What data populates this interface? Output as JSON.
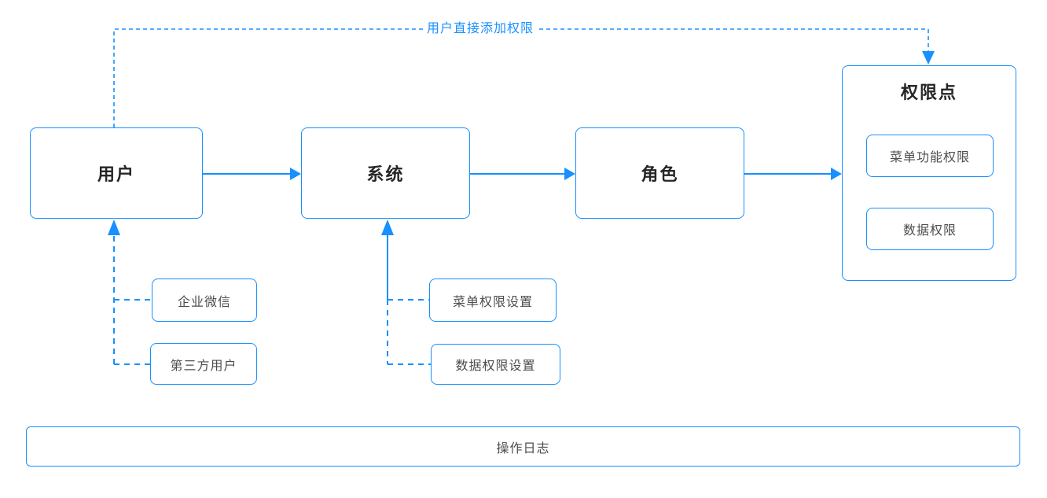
{
  "diagram": {
    "top_flow_label": "用户直接添加权限",
    "nodes": {
      "user": {
        "label": "用户"
      },
      "system": {
        "label": "系统"
      },
      "role": {
        "label": "角色"
      },
      "permission_point": {
        "title": "权限点",
        "children": [
          {
            "label": "菜单功能权限"
          },
          {
            "label": "数据权限"
          }
        ]
      },
      "wechat": {
        "label": "企业微信"
      },
      "third_party": {
        "label": "第三方用户"
      },
      "menu_setting": {
        "label": "菜单权限设置"
      },
      "data_setting": {
        "label": "数据权限设置"
      },
      "operation_log": {
        "label": "操作日志"
      }
    },
    "edges": [
      {
        "from": "user",
        "to": "system",
        "style": "solid-arrow"
      },
      {
        "from": "system",
        "to": "role",
        "style": "solid-arrow"
      },
      {
        "from": "role",
        "to": "permission_point",
        "style": "solid-arrow"
      },
      {
        "from": "wechat",
        "to": "user",
        "style": "dashed-arrow"
      },
      {
        "from": "third_party",
        "to": "user",
        "style": "dashed-arrow"
      },
      {
        "from": "menu_setting",
        "to": "system",
        "style": "dashed-arrow"
      },
      {
        "from": "data_setting",
        "to": "system",
        "style": "dashed-arrow"
      },
      {
        "from": "user",
        "to": "permission_point",
        "style": "dotted-arrow",
        "label": "用户直接添加权限"
      }
    ],
    "colors": {
      "accent": "#1890ff",
      "text_primary": "#262626",
      "text_secondary": "#4d4d4d",
      "background": "#ffffff"
    }
  }
}
